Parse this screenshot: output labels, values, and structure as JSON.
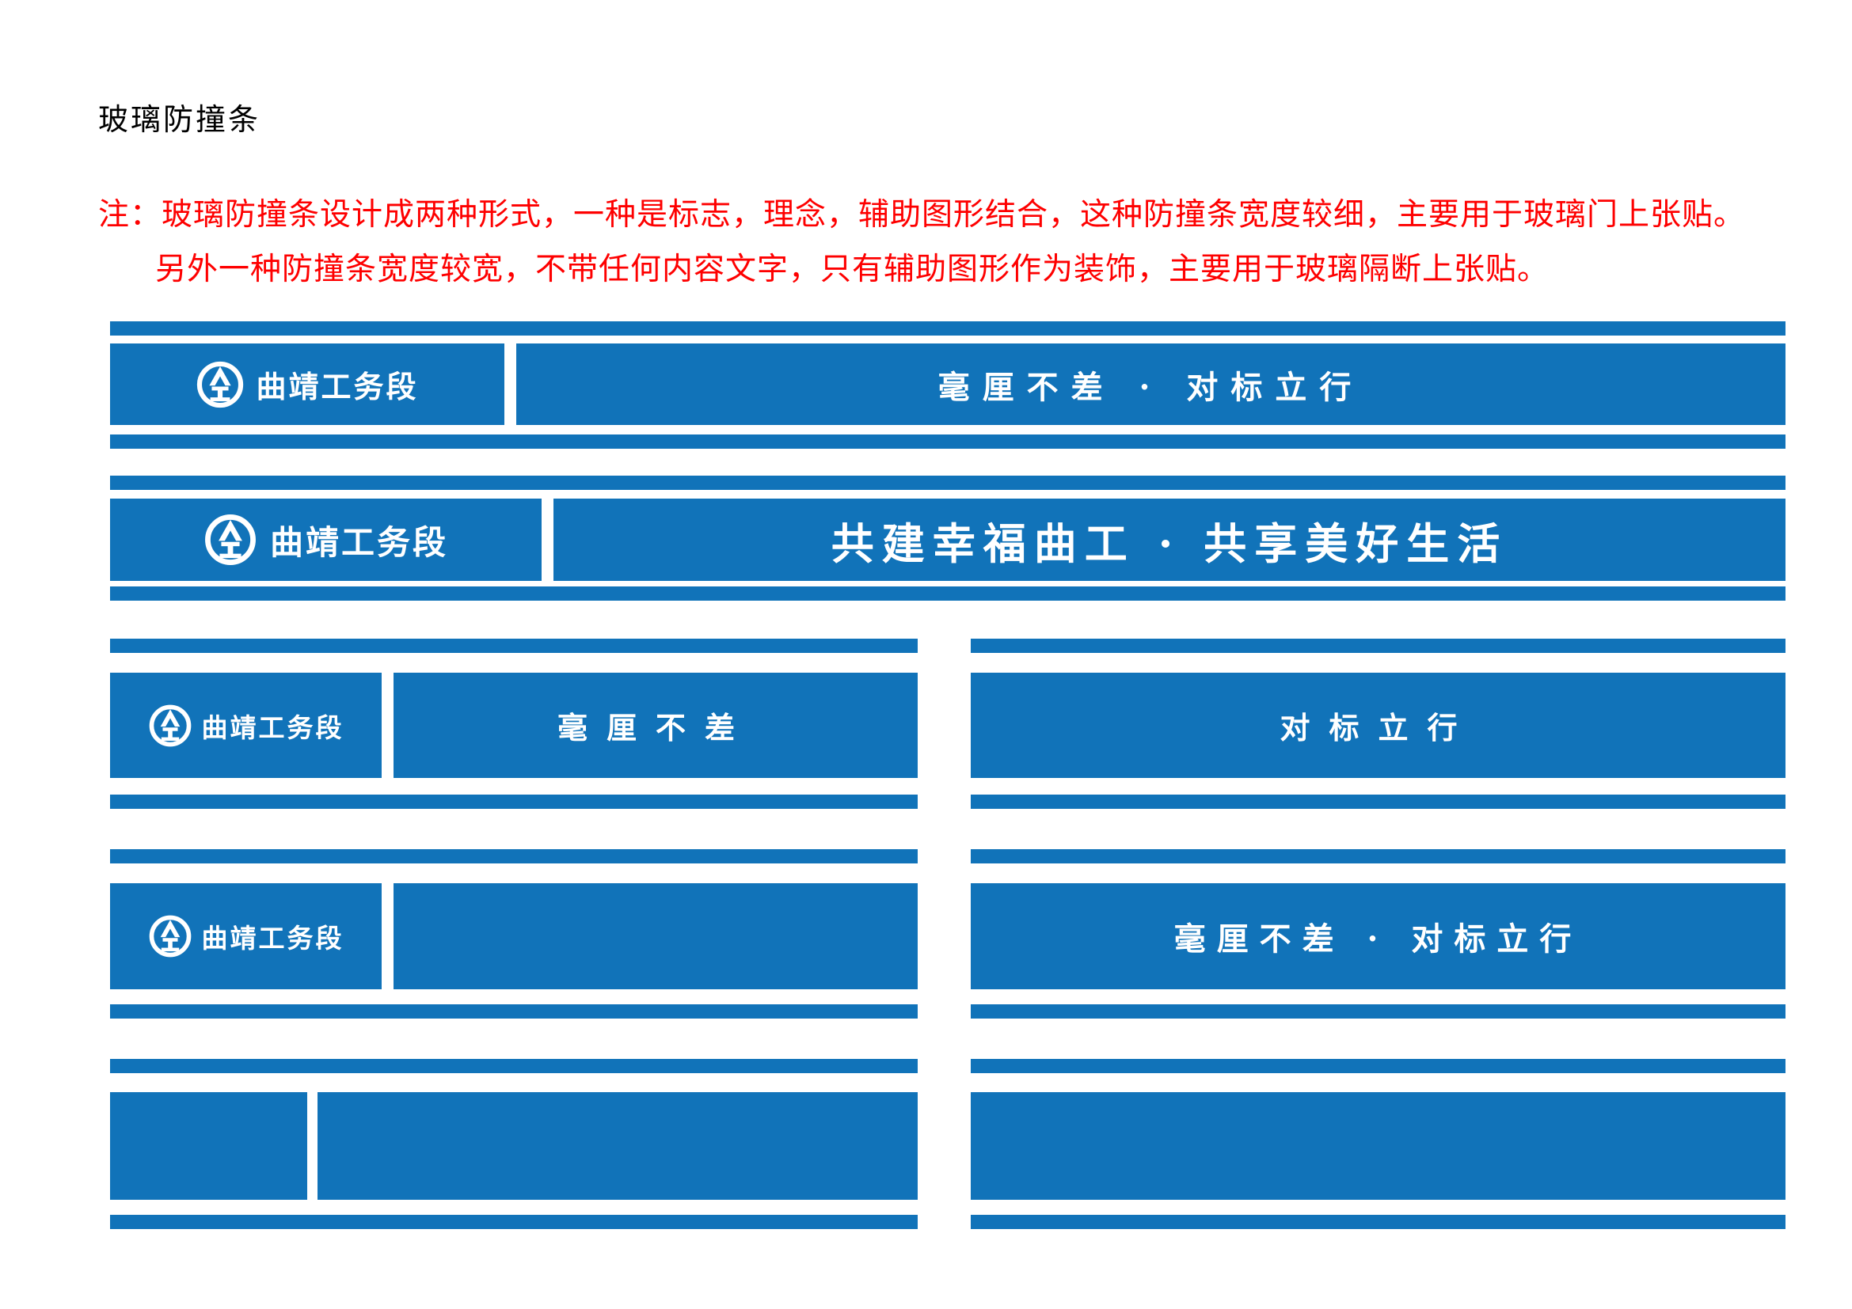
{
  "colors": {
    "brand_blue": "#1173b9",
    "note_red": "#fe0000",
    "white": "#ffffff",
    "title_black": "#000000"
  },
  "page": {
    "title": "玻璃防撞条",
    "note": {
      "line1": "注：玻璃防撞条设计成两种形式，一种是标志，理念，辅助图形结合，这种防撞条宽度较细，主要用于玻璃门上张贴。",
      "line2": "另外一种防撞条宽度较宽，不带任何内容文字，只有辅助图形作为装饰，主要用于玻璃隔断上张贴。"
    }
  },
  "logo": {
    "org_name": "曲靖工务段",
    "icon": "china-railway-emblem"
  },
  "strips": {
    "strip1": {
      "slogan": "毫厘不差 · 对标立行"
    },
    "strip2": {
      "slogan": "共建幸福曲工 · 共享美好生活"
    },
    "row1_left": {
      "slogan": "毫厘不差"
    },
    "row1_right": {
      "slogan": "对标立行"
    },
    "row2_right": {
      "slogan": "毫厘不差 · 对标立行"
    }
  }
}
